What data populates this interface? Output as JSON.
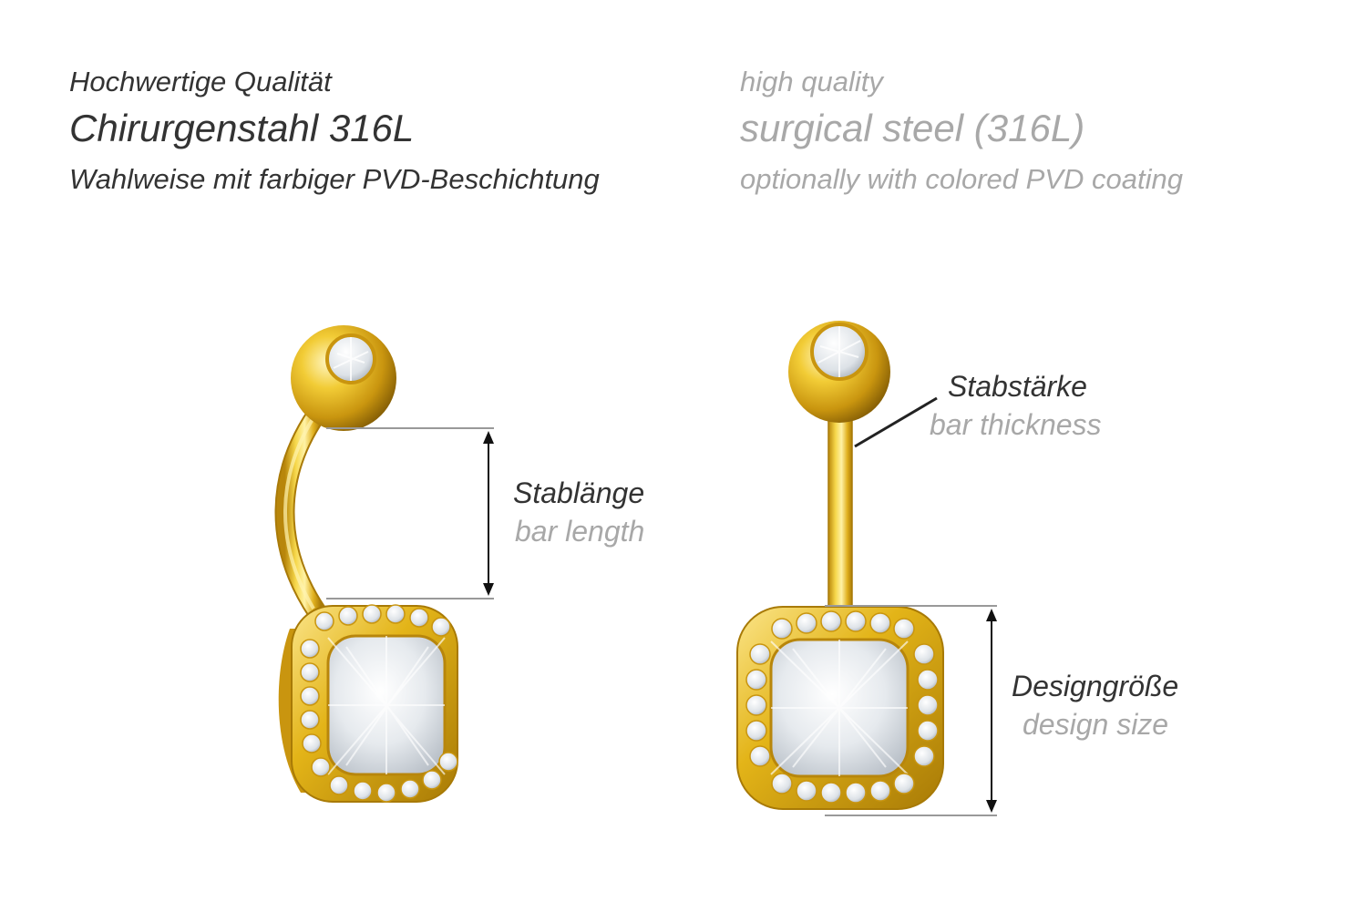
{
  "header": {
    "de": {
      "line1": "Hochwertige Qualität",
      "line2": "Chirurgenstahl 316L",
      "line3": "Wahlweise mit farbiger PVD-Beschichtung"
    },
    "en": {
      "line1": "high quality",
      "line2": "surgical steel (316L)",
      "line3": "optionally with colored PVD coating"
    }
  },
  "labels": {
    "bar_length": {
      "de": "Stablänge",
      "en": "bar length"
    },
    "bar_thickness": {
      "de": "Stabstärke",
      "en": "bar thickness"
    },
    "design_size": {
      "de": "Designgröße",
      "en": "design size"
    }
  },
  "colors": {
    "text_primary": "#333333",
    "text_secondary": "#a8a8a8",
    "gold": "#e3b418",
    "gold_dark": "#b8860b",
    "gold_light": "#fbe58a",
    "crystal": "#eef1f4",
    "measure_line": "#999999"
  }
}
